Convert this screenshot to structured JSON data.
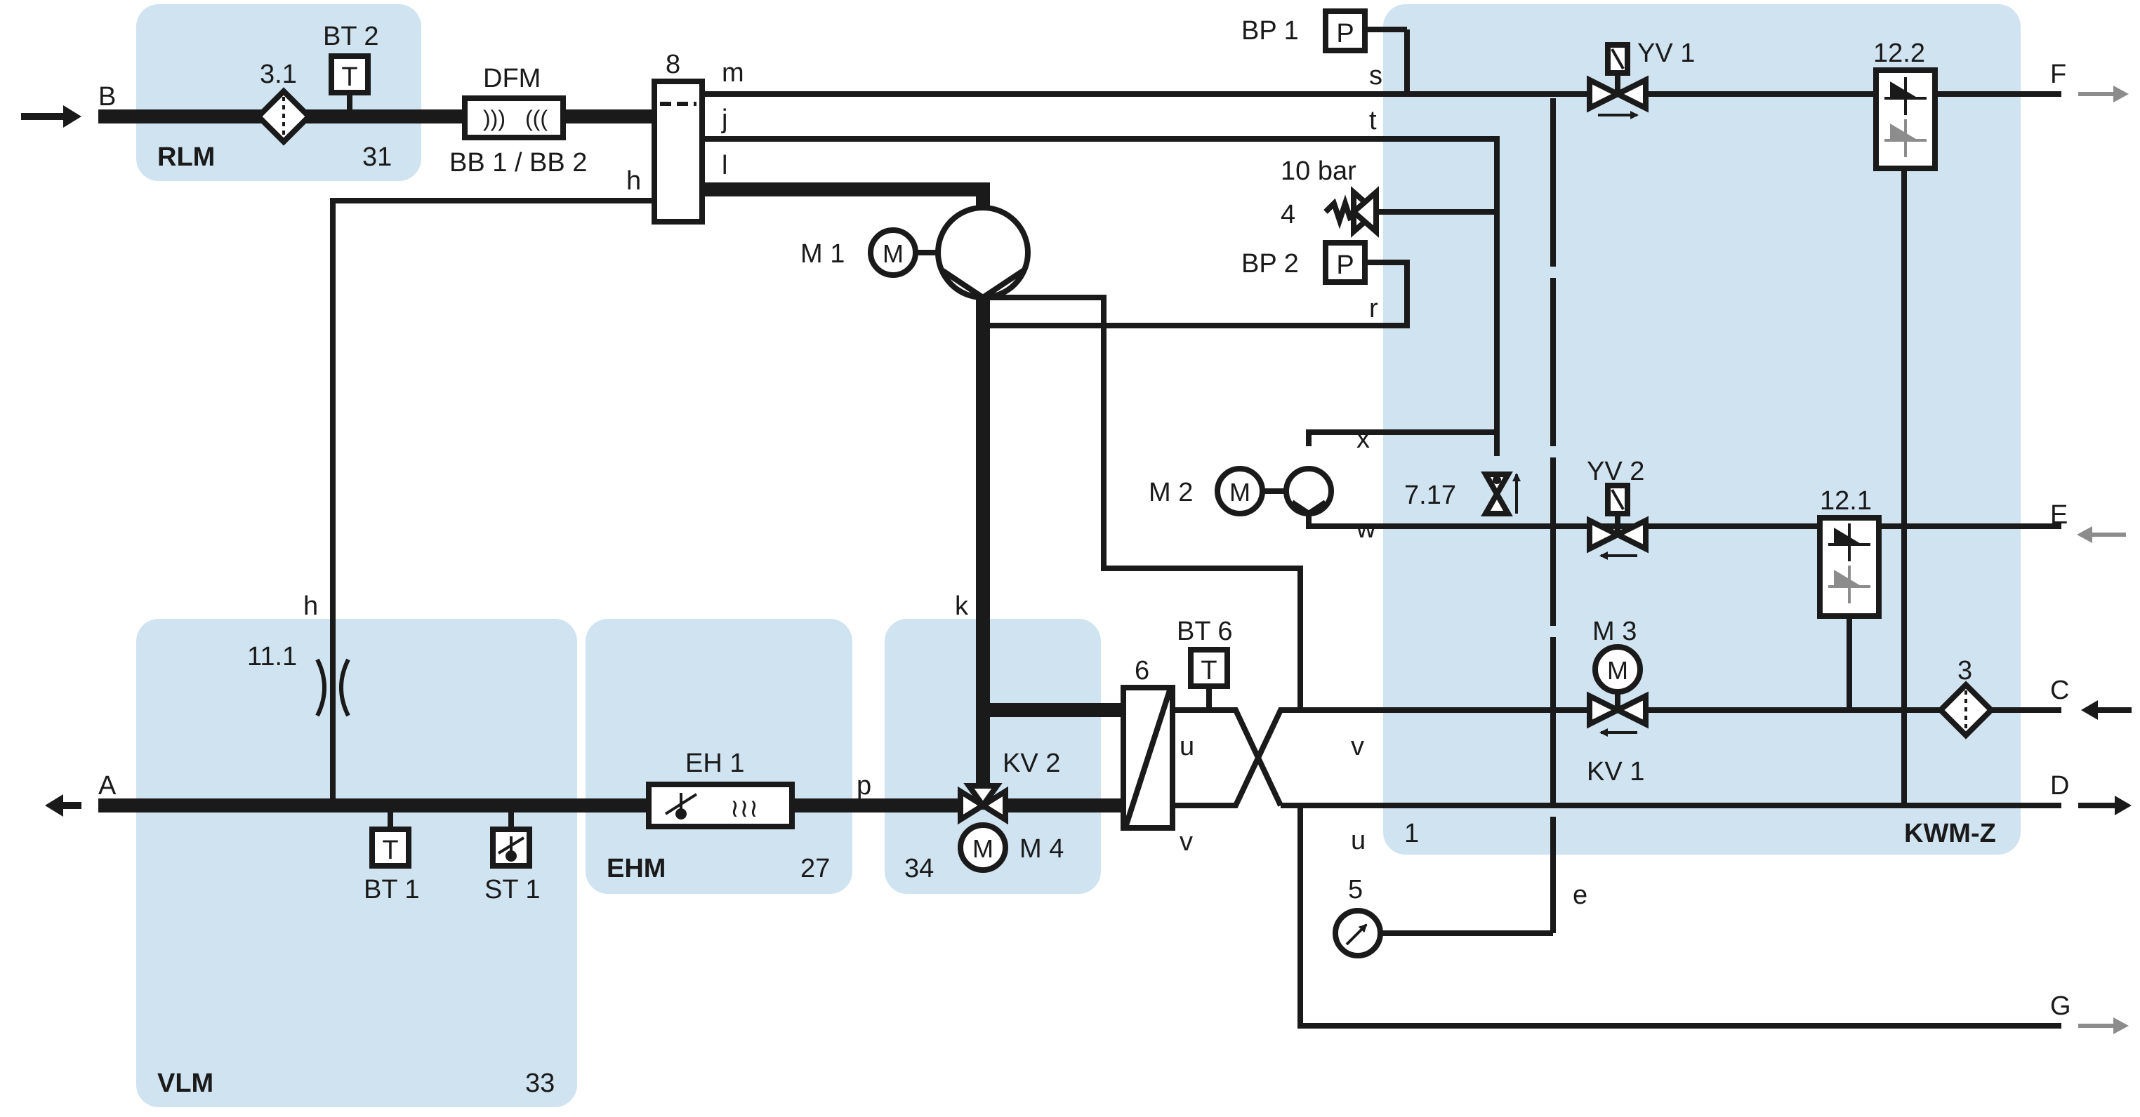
{
  "labels": {
    "A": "A",
    "B": "B",
    "C": "C",
    "D": "D",
    "E": "E",
    "F": "F",
    "G": "G",
    "m": "m",
    "j": "j",
    "l": "l",
    "h_top": "h",
    "h_mid": "h",
    "k": "k",
    "p": "p",
    "s": "s",
    "t": "t",
    "r": "r",
    "x": "x",
    "w": "w",
    "u_hx": "u",
    "v_hx": "v",
    "v_pipe": "v",
    "u_pipe": "u",
    "e": "e"
  },
  "components": {
    "bt2": "BT 2",
    "filter_31": "3.1",
    "dfm": "DFM",
    "bb": "BB 1 / BB 2",
    "manifold_8": "8",
    "m1": "M 1",
    "bp1": "BP 1",
    "bp2": "BP 2",
    "valve_4": "4",
    "pressure_10bar": "10 bar",
    "yv1": "YV 1",
    "sep_122": "12.2",
    "m2": "M 2",
    "valve_717": "7.17",
    "yv2": "YV 2",
    "sep_121": "12.1",
    "m3": "M 3",
    "kv1": "KV 1",
    "filter_3": "3",
    "hx_6": "6",
    "bt6": "BT 6",
    "kv2": "KV 2",
    "m4": "M 4",
    "eh1": "EH 1",
    "orifice_111": "11.1",
    "bt1": "BT 1",
    "st1": "ST 1",
    "gauge_5": "5",
    "p_glyph": "P",
    "t_glyph": "T",
    "m_glyph": "M"
  },
  "modules": {
    "rlm": {
      "name": "RLM",
      "number": "31"
    },
    "vlm": {
      "name": "VLM",
      "number": "33"
    },
    "ehm": {
      "name": "EHM",
      "number": "27"
    },
    "m34": {
      "number": "34"
    },
    "kwmz": {
      "name": "KWM-Z",
      "number": "1"
    }
  },
  "colors": {
    "zone": "#cfe3f0",
    "line": "#1a1a1a",
    "arrow_grey": "#8c8c8c"
  }
}
